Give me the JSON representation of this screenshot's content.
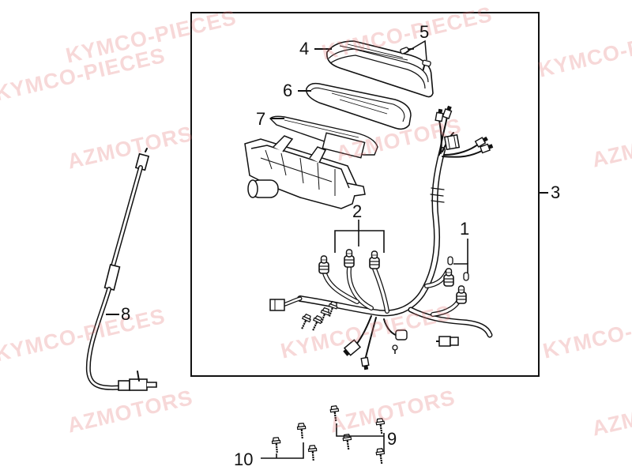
{
  "watermarks": {
    "kymco": "KYMCO-PIECES",
    "azmotors": "AZMOTORS"
  },
  "callouts": {
    "c1": "1",
    "c2": "2",
    "c3": "3",
    "c4": "4",
    "c5": "5",
    "c6": "6",
    "c7": "7",
    "c8": "8",
    "c9": "9",
    "c10": "10"
  },
  "colors": {
    "line": "#111111",
    "watermark": "#e27474"
  }
}
